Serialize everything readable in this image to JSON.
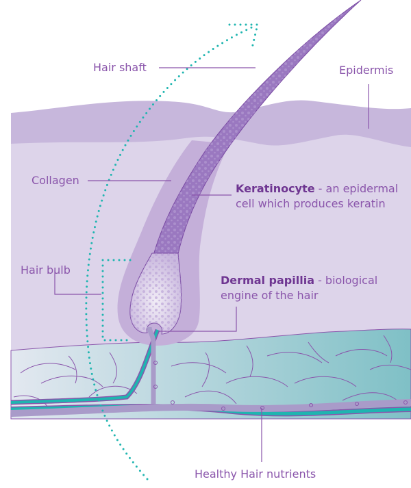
{
  "labels": {
    "hair_shaft": "Hair shaft",
    "epidermis": "Epidermis",
    "collagen": "Collagen",
    "keratinocyte_term": "Keratinocyte",
    "keratinocyte_desc_1": " - an epidermal",
    "keratinocyte_desc_2": "cell which produces keratin",
    "hair_bulb": "Hair bulb",
    "dermal_papillia_term": "Dermal papillia",
    "dermal_papillia_desc_1": " - biological",
    "dermal_papillia_desc_2": "engine of the hair",
    "nutrients": "Healthy Hair nutrients"
  },
  "colors": {
    "label": "#8a55ab",
    "epidermis": "#c7b7dc",
    "dermis": "#ddd4ea",
    "hair": "#9a78c0",
    "nutrient_path": "#1fb5b0",
    "tissue_left": "#e3e8f0",
    "tissue_right": "#7fc0c6"
  }
}
